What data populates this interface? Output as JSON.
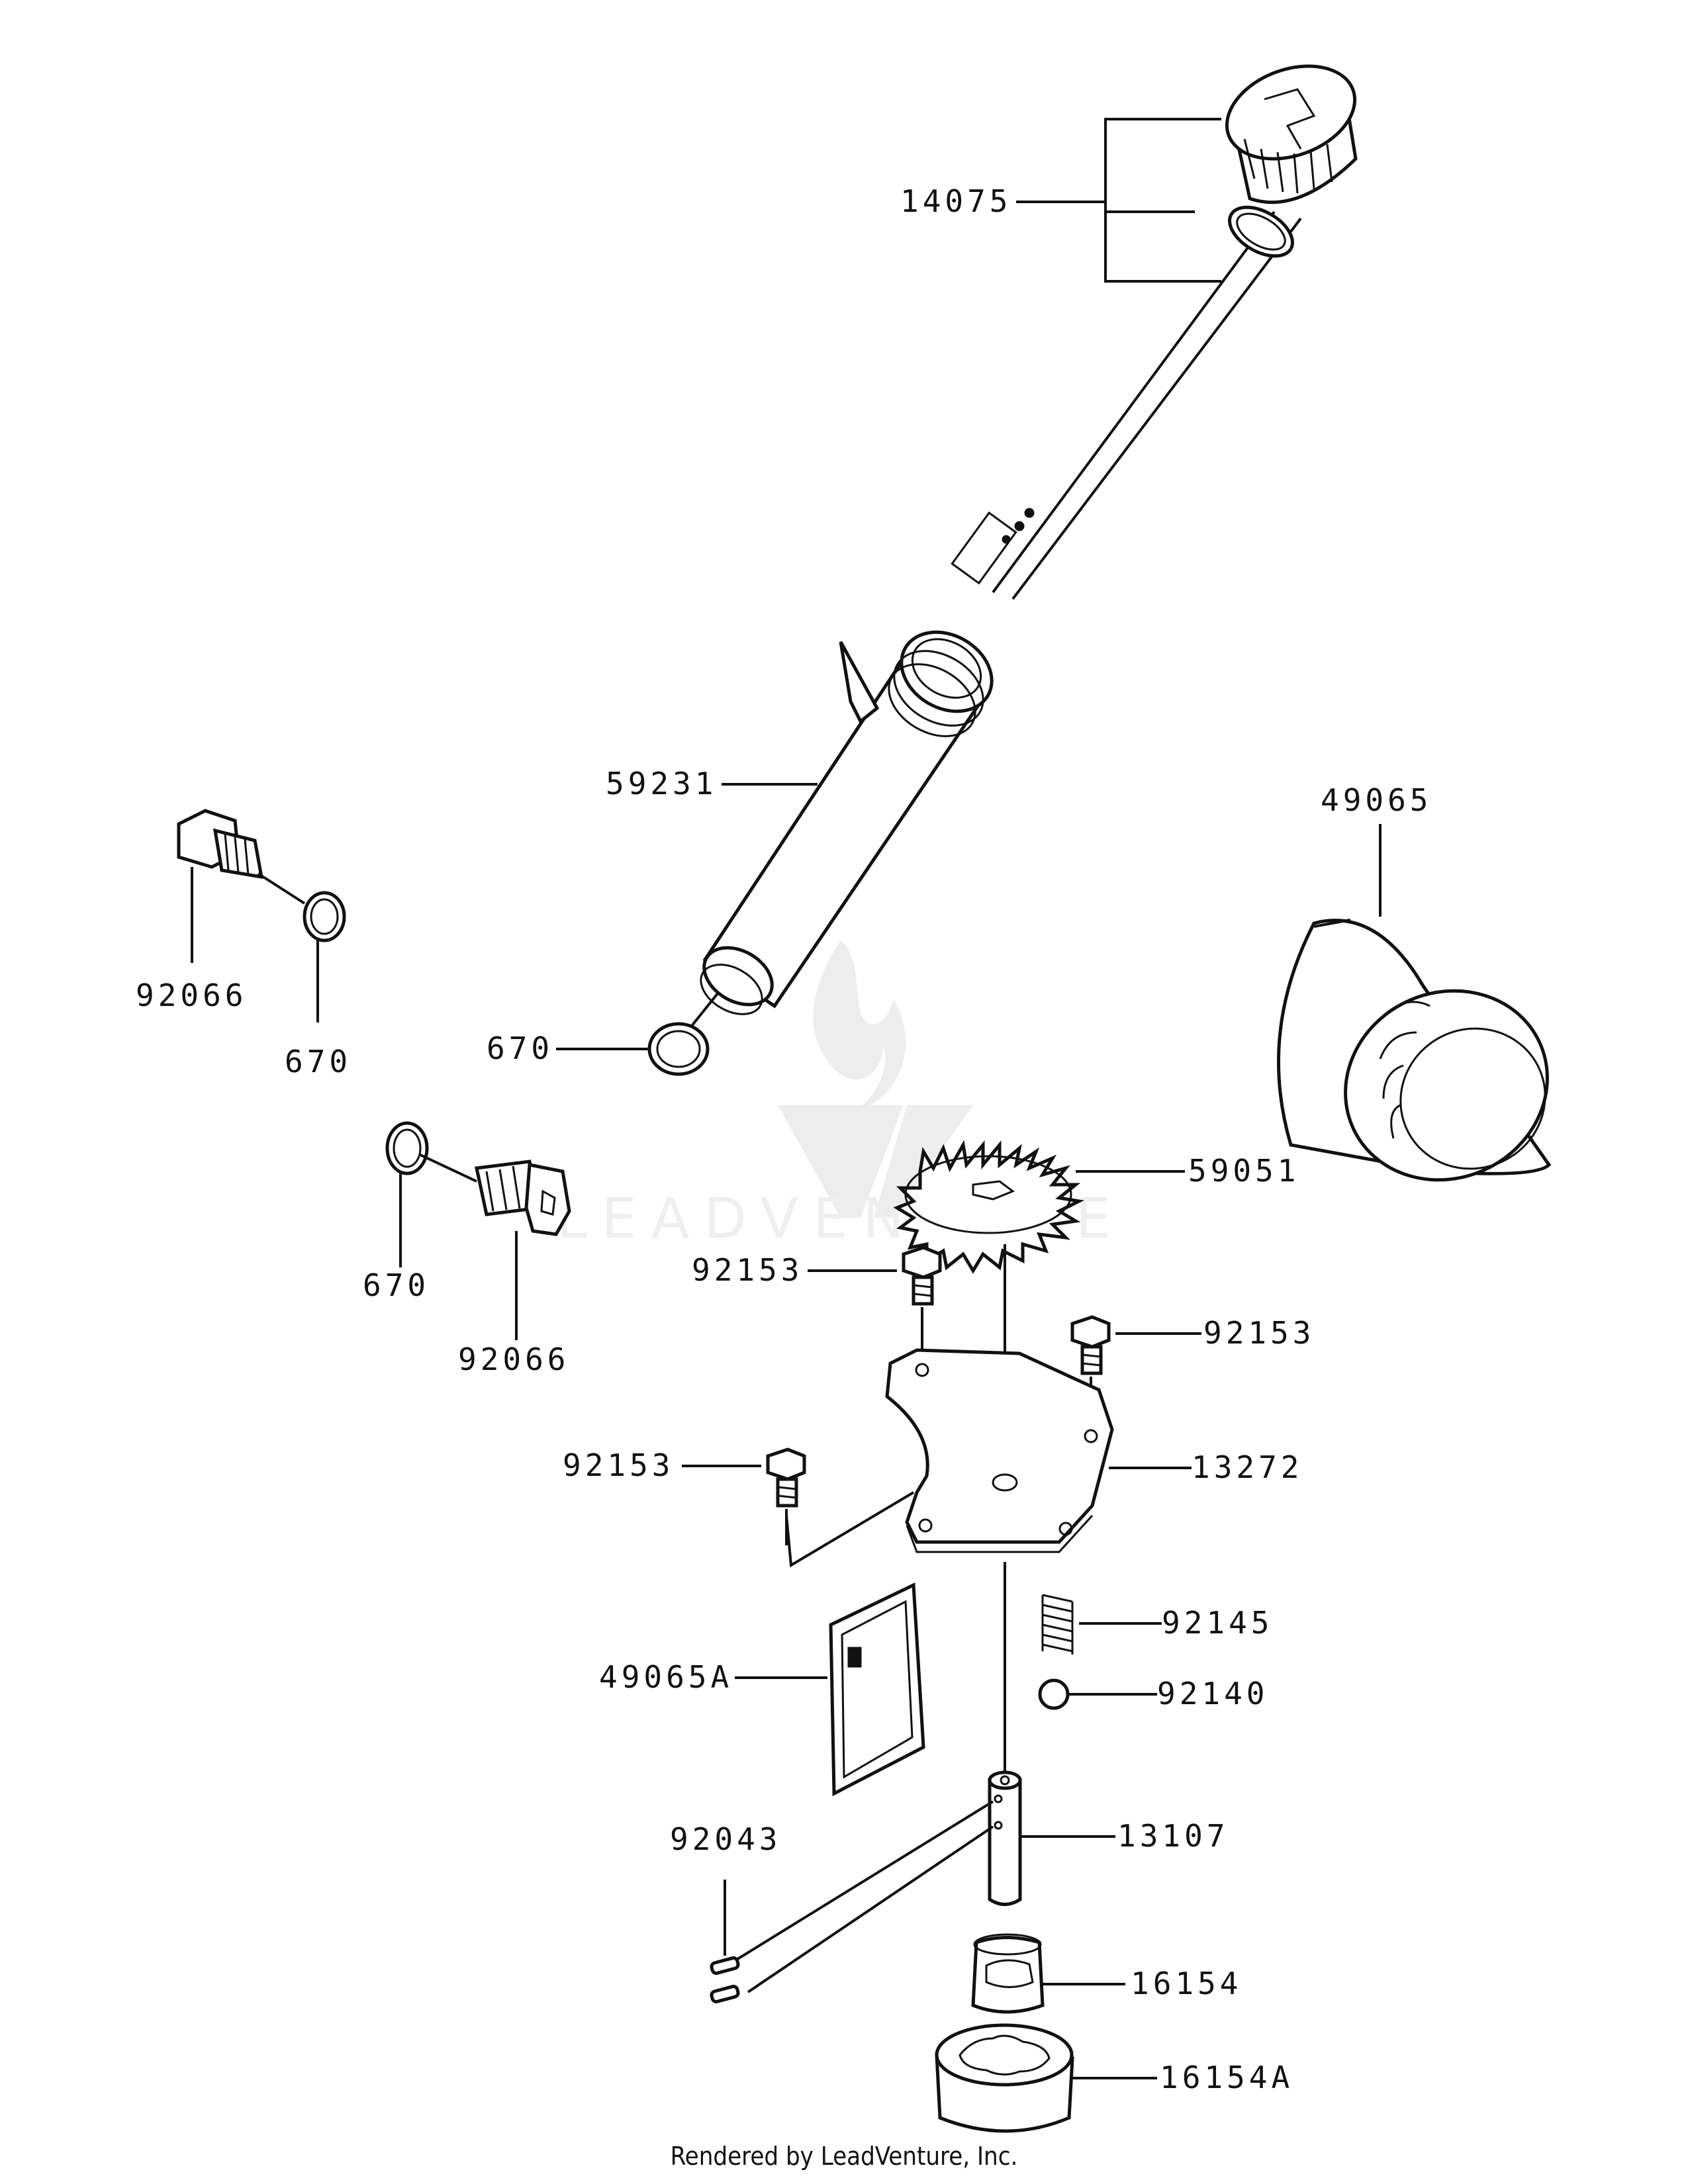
{
  "credit": "Rendered by LeadVenture, Inc.",
  "watermark": "LEADVENTURE",
  "colors": {
    "ink": "#111111",
    "watermark": "#e3e3e3",
    "background": "#ffffff"
  },
  "callouts": {
    "dipstick": "14075",
    "filler_tube": "59231",
    "oil_filter": "49065",
    "drain_plug_left": "92066",
    "o_ring_left": "670",
    "o_ring_tube": "670",
    "o_ring_mid": "670",
    "drain_plug_mid": "92066",
    "pump_gear": "59051",
    "bolt_top": "92153",
    "bolt_right": "92153",
    "bolt_left": "92153",
    "pump_cover": "13272",
    "spring": "92145",
    "ball": "92140",
    "screen_filter": "49065A",
    "pins": "92043",
    "pump_shaft": "13107",
    "inner_rotor": "16154",
    "outer_rotor": "16154A"
  }
}
